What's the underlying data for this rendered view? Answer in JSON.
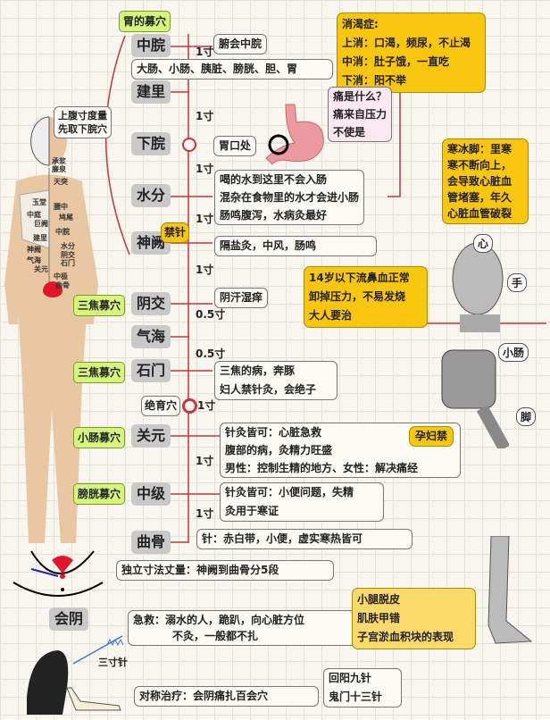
{
  "title": "胃的募穴",
  "points": [
    "中脘",
    "建里",
    "下脘",
    "水分",
    "神阙",
    "阴交",
    "气海",
    "石门",
    "关元",
    "中级",
    "曲骨",
    "会阴"
  ],
  "cun": [
    "1寸",
    "1寸",
    "1寸",
    "1寸",
    "1寸",
    "0.5寸",
    "0.5寸",
    "1寸",
    "1寸",
    "1寸"
  ],
  "notes": {
    "zhongwan": "腑会中脘",
    "organs": "大肠、小肠、胰脏、膀胱、胆、胃",
    "weikou": "胃口处",
    "shuifen": [
      "喝的水到这里不会入肠",
      "混杂在食物里的水才会进小肠",
      "肠鸣腹泻，水病灸最好"
    ],
    "shenque": "隔盐灸，中风，肠鸣",
    "jinzhen": "禁针",
    "yinjiao": "阴汗湿痒",
    "shimen": [
      "三焦的病，奔豚",
      "妇人禁针灸，会绝子"
    ],
    "jueyu": "绝育穴",
    "guanyuan": [
      "针灸皆可：心脏急救",
      "腹部的病，灸精力旺盛",
      "男性：控制生精的地方、女性：解决痛经"
    ],
    "yunfu": "孕妇禁",
    "zhongji": [
      "针灸皆可：小便问题，失精",
      "灸用于寒证"
    ],
    "qugu": "针：赤白带，小便，虚实寒热皆可",
    "duli": "独立寸法丈量：神阙到曲骨分5段",
    "jijiu": [
      "急救：溺水的人，跪趴，向心脏方位",
      "不灸，一般都不扎"
    ],
    "xiaotui": [
      "小腿脱皮",
      "肌肤甲错",
      "子宫淤血积块的表现"
    ],
    "sancun": "三寸针",
    "duichen": "对称治疗：会阴痛扎百会穴",
    "huiyang": [
      "回阳九针",
      "鬼门十三针"
    ],
    "xiaoke": [
      "消渴症:",
      "上消：口渴，频尿，不止渴",
      "中消：肚子饿，一直吃",
      "下消：阳不举"
    ],
    "tong": [
      "痛是什么？",
      "痛来自压力",
      "不使是"
    ],
    "hanbing": [
      "寒冰脚：里寒",
      "寒不断向上，",
      "会导致心脏血",
      "管堵塞，年久",
      "心脏血管破裂"
    ],
    "age14": [
      "14岁以下流鼻血正常",
      "卸掉压力，不易发烧",
      "大人要治"
    ],
    "shangfu": [
      "上腹寸度量",
      "先取下脘穴"
    ]
  },
  "mu": [
    "三焦募穴",
    "三焦募穴",
    "小肠募穴",
    "膀胱募穴"
  ],
  "organ_labels": [
    "心",
    "手",
    "小肠",
    "脚"
  ],
  "perineum_label": "会阴",
  "figure_labels": [
    "承浆",
    "廉泉",
    "天突",
    "玉堂",
    "膻中",
    "中庭",
    "鸠尾",
    "巨阙",
    "中脘",
    "建里",
    "水分",
    "神阙",
    "阴交",
    "气海",
    "石门",
    "关元",
    "中极",
    "曲骨"
  ],
  "colors": {
    "line": "#c8343f",
    "yellow": "#f8c60d",
    "green": "#d7f57a",
    "gray": "#c9c9c9"
  }
}
